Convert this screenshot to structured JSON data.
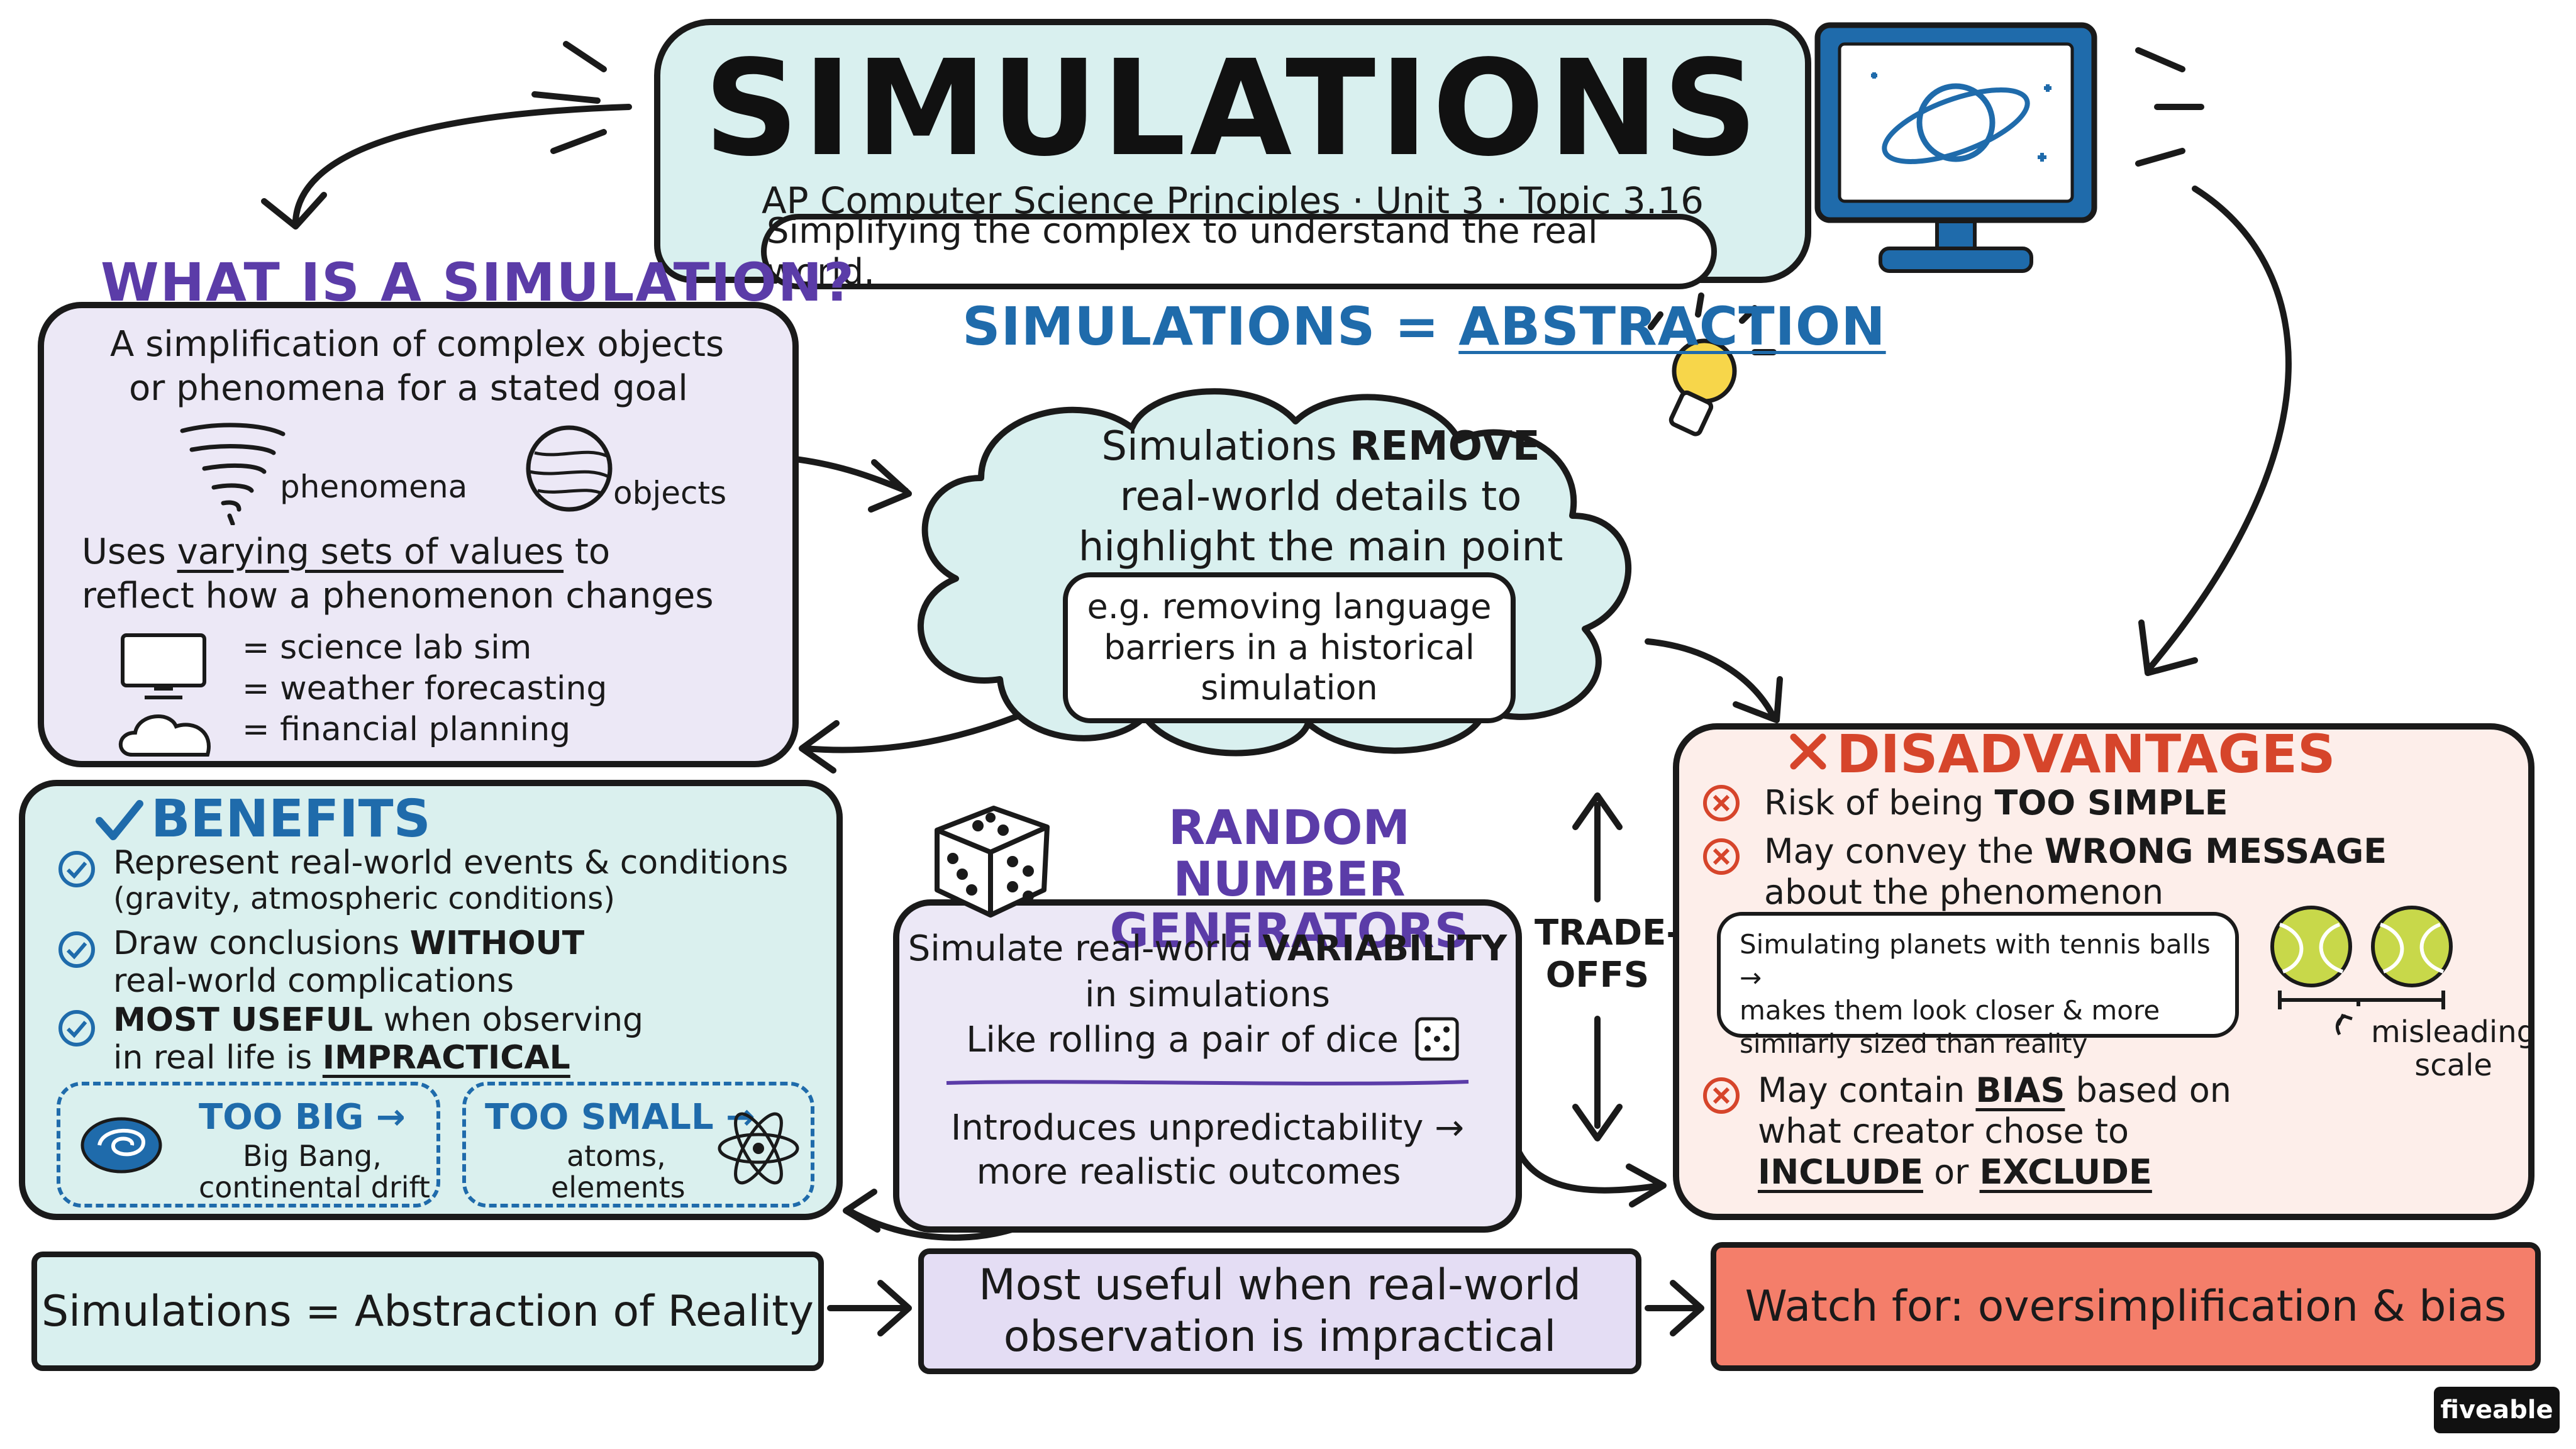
{
  "header": {
    "title": "SIMULATIONS",
    "subtitle": "AP Computer Science Principles · Unit 3 · Topic 3.16",
    "tagline": "Simplifying the complex to understand the real world."
  },
  "what_is": {
    "heading": "WHAT IS A SIMULATION?",
    "definition_1": "A simplification of complex objects",
    "definition_2": "or phenomena for a stated goal",
    "phenomena_label": "phenomena",
    "objects_label": "objects",
    "values_prefix": "Uses ",
    "values_underlined": "varying sets of values",
    "values_suffix": " to",
    "values_line_2": "reflect how a phenomenon changes",
    "examples": [
      {
        "icon": "computer-monitor-icon",
        "text": "=  science lab sim"
      },
      {
        "icon": "tornado-icon",
        "text": "=  weather forecasting"
      },
      {
        "icon": "cloud-icon",
        "text": "=  financial planning"
      }
    ]
  },
  "abstraction": {
    "title_prefix": "SIMULATIONS = ",
    "title_underlined": "ABSTRACTION",
    "line_1_pre": "Simulations ",
    "line_1_bold": "REMOVE",
    "line_2": "real-world details to",
    "line_3": "highlight the main point",
    "example_1": "e.g. removing language",
    "example_2": "barriers in a historical",
    "example_3": "simulation"
  },
  "benefits": {
    "heading": "BENEFITS",
    "item_1_a": "Represent real-world events & conditions",
    "item_1_b": "(gravity, atmospheric conditions)",
    "item_2_a_pre": "Draw conclusions ",
    "item_2_a_bold": "WITHOUT",
    "item_2_b": "real-world complications",
    "item_3_a_bold": "MOST USEFUL",
    "item_3_a_post": " when observing",
    "item_3_b_pre": "in real life is ",
    "item_3_b_bold": "IMPRACTICAL",
    "too_big_label": "TOO BIG →",
    "too_big_1": "Big Bang,",
    "too_big_2": "continental drift",
    "too_small_label": "TOO SMALL →",
    "too_small_1": "atoms,",
    "too_small_2": "elements"
  },
  "rng": {
    "heading_1": "RANDOM NUMBER",
    "heading_2": "GENERATORS",
    "line_1_pre": "Simulate real-world ",
    "line_1_bold": "VARIABILITY",
    "line_2": "in simulations",
    "line_3": "Like rolling a pair of dice",
    "line_4": "Introduces unpredictability →",
    "line_5": "more realistic outcomes"
  },
  "tradeoffs": {
    "line_1": "TRADE-",
    "line_2": "OFFS"
  },
  "disadvantages": {
    "heading": "DISADVANTAGES",
    "item_1_pre": "Risk of being ",
    "item_1_bold": "TOO SIMPLE",
    "item_2_pre": "May convey the ",
    "item_2_bold": "WRONG MESSAGE",
    "item_2_b": "about the phenomenon",
    "note_1": "Simulating planets with tennis balls →",
    "note_2": "makes them look closer & more",
    "note_3": "similarly sized than reality",
    "scale_1": "misleading",
    "scale_2": "scale",
    "item_3_pre": "May contain ",
    "item_3_bold": "BIAS",
    "item_3_post": " based on",
    "item_3_b": "what creator chose to",
    "item_3_c_1": "INCLUDE",
    "item_3_c_or": " or ",
    "item_3_c_2": "EXCLUDE"
  },
  "banners": {
    "left": "Simulations = Abstraction of Reality",
    "middle_1": "Most useful when real-world",
    "middle_2": "observation is impractical",
    "right": "Watch for: oversimplification & bias"
  },
  "brand": "fiveable",
  "colors": {
    "teal": "#d9f0ef",
    "lavender": "#ece8f6",
    "peach": "#fdeeea",
    "coral": "#f47e6a",
    "purple": "#5b3ca8",
    "blue": "#1f6bab",
    "red": "#d6452b"
  }
}
